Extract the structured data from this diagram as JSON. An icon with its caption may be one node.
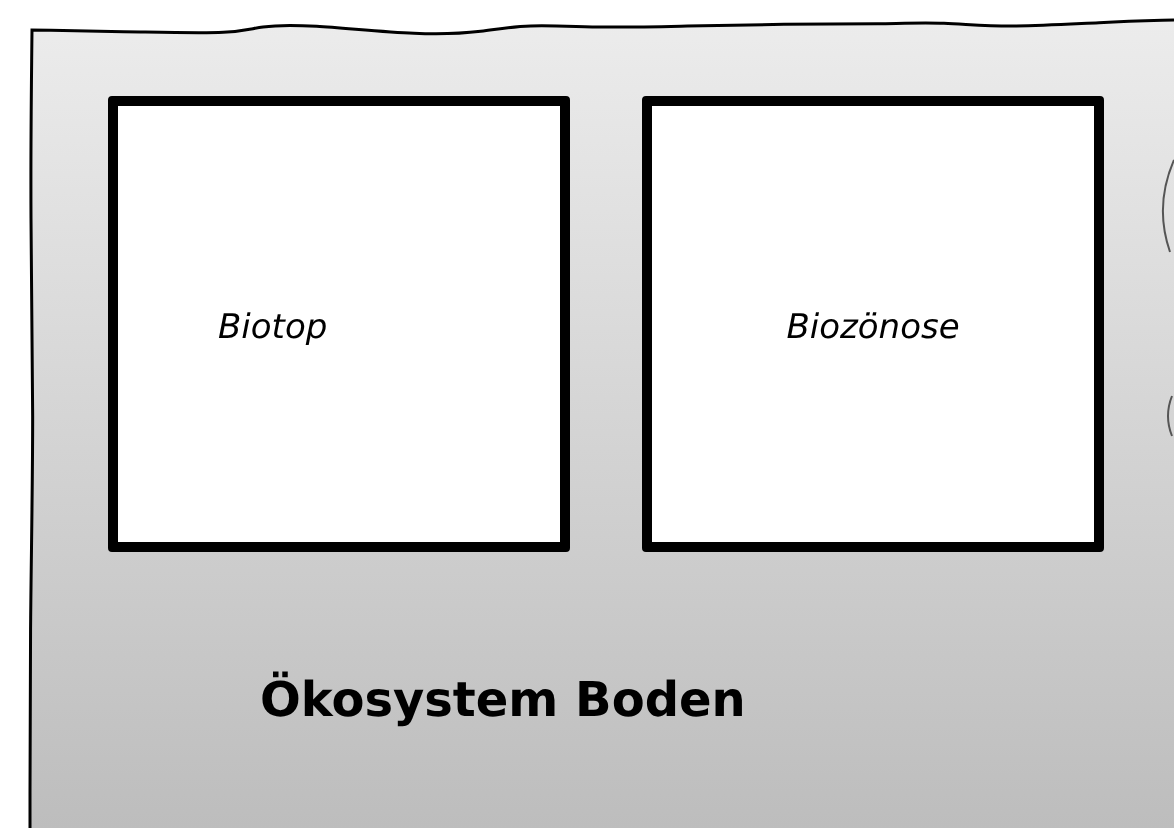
{
  "diagram": {
    "nodes": [
      {
        "text": [
          "Ökosystem Boden"
        ]
      },
      {
        "text": [
          "Biotop"
        ],
        "in": 0
      },
      {
        "text": [
          "Biozönose"
        ],
        "in": 0
      }
    ]
  }
}
